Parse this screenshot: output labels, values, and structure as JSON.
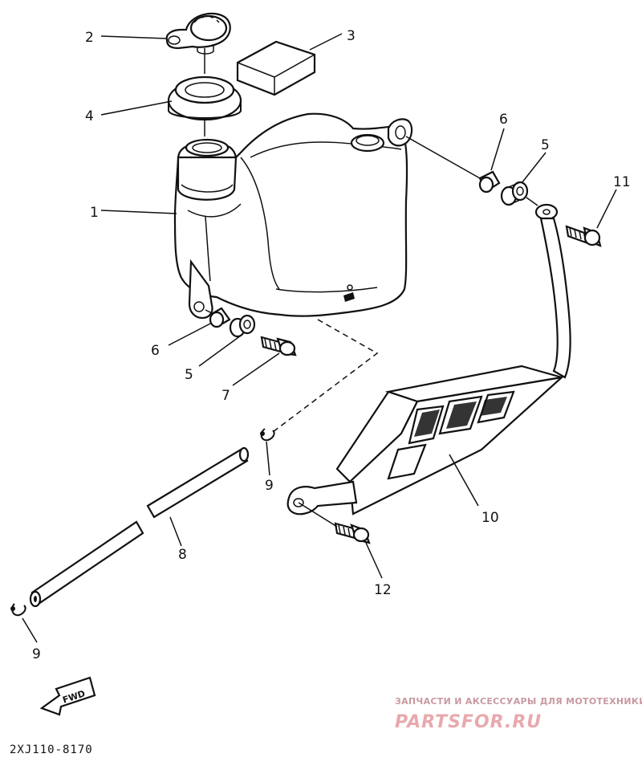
{
  "callouts": [
    {
      "id": "callout-2",
      "text": "2"
    },
    {
      "id": "callout-3",
      "text": "3"
    },
    {
      "id": "callout-4",
      "text": "4"
    },
    {
      "id": "callout-1",
      "text": "1"
    },
    {
      "id": "callout-6a",
      "text": "6"
    },
    {
      "id": "callout-5a",
      "text": "5"
    },
    {
      "id": "callout-11",
      "text": "11"
    },
    {
      "id": "callout-6b",
      "text": "6"
    },
    {
      "id": "callout-5b",
      "text": "5"
    },
    {
      "id": "callout-7",
      "text": "7"
    },
    {
      "id": "callout-9a",
      "text": "9"
    },
    {
      "id": "callout-10",
      "text": "10"
    },
    {
      "id": "callout-8",
      "text": "8"
    },
    {
      "id": "callout-12",
      "text": "12"
    },
    {
      "id": "callout-9b",
      "text": "9"
    }
  ],
  "fwd_label": "FWD",
  "diagram_code": "2XJ110-8170",
  "watermark": {
    "tagline": "ЗАПЧАСТИ И АКСЕССУАРЫ ДЛЯ МОТОТЕХНИКИ",
    "brand": "PARTSFOR.RU",
    "color": "#e8a9ae"
  }
}
